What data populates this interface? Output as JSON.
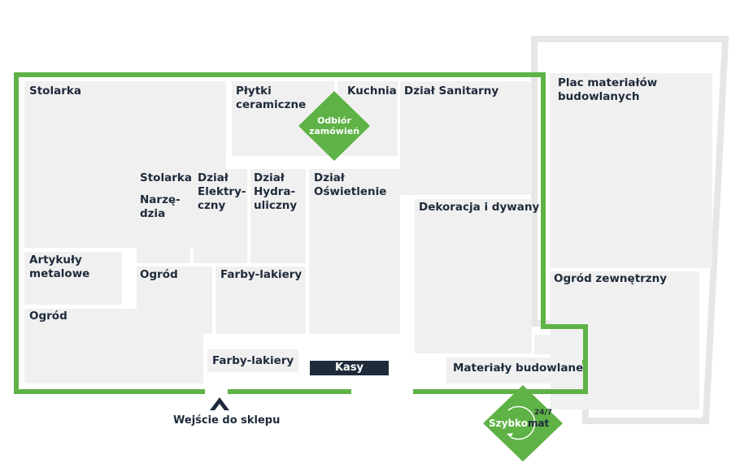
{
  "map": {
    "sections": {
      "stolarka_main": "Stolarka",
      "plytki": "Płytki\nceramiczne",
      "kuchnia": "Kuchnia",
      "sanitarny": "Dział Sanitarny",
      "plac": "Plac materiałów\nbudowlanych",
      "stolarka_inner": "Stolarka",
      "narzedzia": "Narzę-\ndzia",
      "elektryczny": "Dział\nElektry-\nczny",
      "hydrauliczny": "Dział\nHydra-\nuliczny",
      "oswietlenie": "Dział\nOświetlenie",
      "dekoracja": "Dekoracja i dywany",
      "artykuly": "Artykuły\nmetalowe",
      "ogrod_inner": "Ogród",
      "farby_inner": "Farby-lakiery",
      "ogrod_zewn": "Ogród zewnętrzny",
      "ogrod_left": "Ogród",
      "farby_bottom": "Farby-lakiery",
      "materialy": "Materiały budowlane"
    },
    "kasy": "Kasy",
    "odbior": "Odbiór\nzamówień",
    "entrance": "Wejście do sklepu",
    "szybkomat": {
      "brand_a": "Szybko",
      "brand_b": "mat",
      "hours": "24/7"
    },
    "colors": {
      "wall_green": "#5fb246",
      "zone_gray": "#f0f0f0",
      "outdoor_wall": "#e6e6e6",
      "text_navy": "#1e2a3a"
    }
  }
}
